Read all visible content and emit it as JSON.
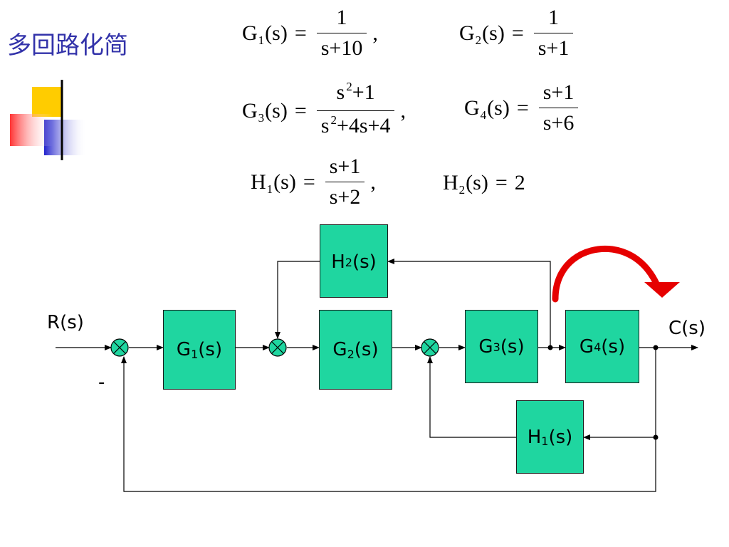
{
  "title": "多回路化简",
  "equations": {
    "g1": {
      "name": "G",
      "sub": "1",
      "arg": "(s)",
      "num": "1",
      "den": "s+10",
      "sep": ","
    },
    "g2": {
      "name": "G",
      "sub": "2",
      "arg": "(s)",
      "num": "1",
      "den": "s+1",
      "sep": ""
    },
    "g3": {
      "name": "G",
      "sub": "3",
      "arg": "(s)",
      "num_base": "s",
      "num_exp": "2",
      "num_rest": "+1",
      "den_base": "s",
      "den_exp": "2",
      "den_rest": "+4s+4",
      "sep": ","
    },
    "g4": {
      "name": "G",
      "sub": "4",
      "arg": "(s)",
      "num": "s+1",
      "den": "s+6",
      "sep": ""
    },
    "h1": {
      "name": "H",
      "sub": "1",
      "arg": "(s)",
      "num": "s+1",
      "den": "s+2",
      "sep": ","
    },
    "h2": {
      "name": "H",
      "sub": "2",
      "arg": "(s)",
      "value": "2"
    }
  },
  "equals": "=",
  "blocks": {
    "g1": {
      "name": "G",
      "sub": "1",
      "arg": "(s)"
    },
    "g2": {
      "name": "G",
      "sub": "2",
      "arg": "(s)"
    },
    "g3": {
      "name": "G",
      "sub": "3",
      "arg": "(s)"
    },
    "g4": {
      "name": "G",
      "sub": "4",
      "arg": "(s)"
    },
    "h1": {
      "name": "H",
      "sub": "1",
      "arg": "(s)"
    },
    "h2": {
      "name": "H",
      "sub": "2",
      "arg": "(s)"
    }
  },
  "signals": {
    "input": "R(s)",
    "output": "C(s)",
    "negative_sign": "-"
  },
  "colors": {
    "block_fill": "#1fd6a0",
    "title": "#3333aa",
    "move_arrow": "#e60000"
  }
}
